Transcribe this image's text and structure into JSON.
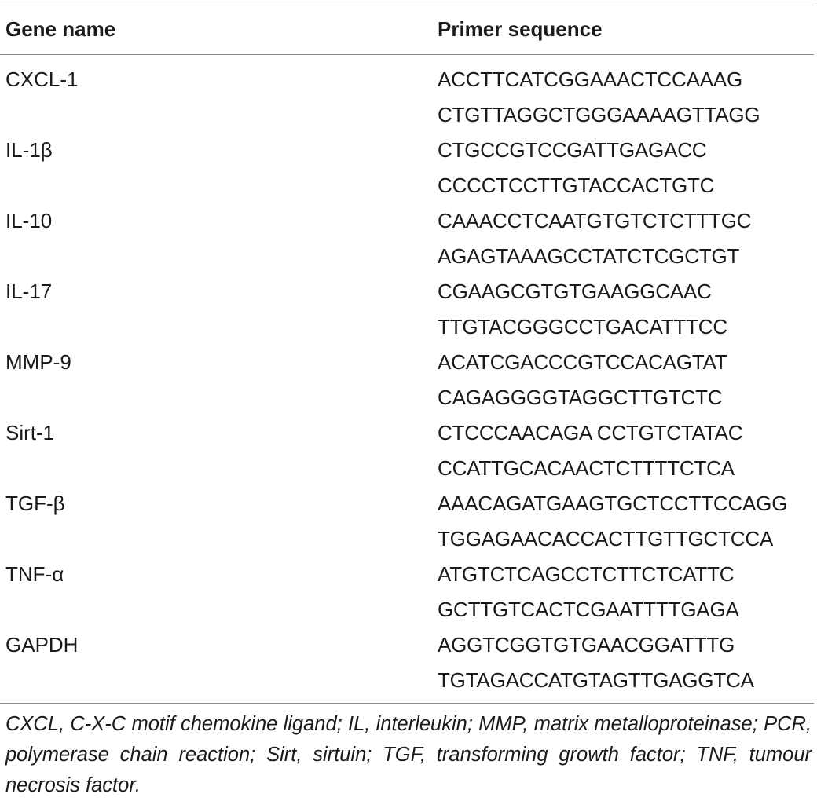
{
  "table": {
    "headers": {
      "gene": "Gene name",
      "primer": "Primer sequence"
    },
    "rows": [
      {
        "gene": "CXCL-1",
        "forward": "ACCTTCATCGGAAACTCCAAAG",
        "reverse": "CTGTTAGGCTGGGAAAAGTTAGG"
      },
      {
        "gene": "IL-1β",
        "forward": "CTGCCGTCCGATTGAGACC",
        "reverse": "CCCCTCCTTGTACCACTGTC"
      },
      {
        "gene": "IL-10",
        "forward": "CAAACCTCAATGTGTCTCTTTGC",
        "reverse": "AGAGTAAAGCCTATCTCGCTGT"
      },
      {
        "gene": "IL-17",
        "forward": "CGAAGCGTGTGAAGGCAAC",
        "reverse": "TTGTACGGGCCTGACATTTCC"
      },
      {
        "gene": "MMP-9",
        "forward": "ACATCGACCCGTCCACAGTAT",
        "reverse": "CAGAGGGGTAGGCTTGTCTC"
      },
      {
        "gene": "Sirt-1",
        "forward": "CTCCCAACAGA CCTGTCTATAC",
        "reverse": "CCATTGCACAACTCTTTTCTCA"
      },
      {
        "gene": "TGF-β",
        "forward": "AAACAGATGAAGTGCTCCTTCCAGG",
        "reverse": "TGGAGAACACCACTTGTTGCTCCA"
      },
      {
        "gene": "TNF-α",
        "forward": "ATGTCTCAGCCTCTTCTCATTC",
        "reverse": "GCTTGTCACTCGAATTTTGAGA"
      },
      {
        "gene": "GAPDH",
        "forward": "AGGTCGGTGTGAACGGATTTG",
        "reverse": "TGTAGACCATGTAGTTGAGGTCA"
      }
    ],
    "footnote": "CXCL, C-X-C motif chemokine ligand; IL, interleukin; MMP, matrix metalloproteinase; PCR, polymerase chain reaction; Sirt, sirtuin; TGF, transforming growth factor; TNF, tumour necrosis factor."
  }
}
